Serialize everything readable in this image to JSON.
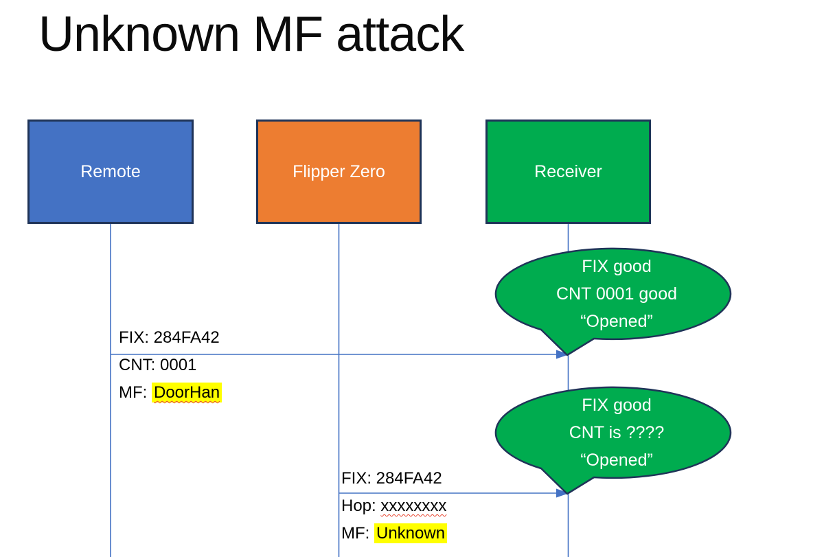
{
  "title": "Unknown MF attack",
  "actors": [
    {
      "label": "Remote",
      "fill": "#4472C4"
    },
    {
      "label": "Flipper Zero",
      "fill": "#ED7D31"
    },
    {
      "label": "Receiver",
      "fill": "#00AC4F"
    }
  ],
  "messages": [
    {
      "from": "Remote",
      "to": "Receiver",
      "fix": "FIX: 284FA42",
      "cnt": "CNT: 0001",
      "mf_label": "MF: ",
      "mf_value": "DoorHan"
    },
    {
      "from": "Flipper Zero",
      "to": "Receiver",
      "fix": "FIX: 284FA42",
      "hop_label": "Hop: ",
      "hop_value": "xxxxxxxx",
      "mf_label": "MF: ",
      "mf_value": "Unknown"
    }
  ],
  "callouts": [
    {
      "lines": [
        "FIX good",
        "CNT 0001 good",
        "“Opened”"
      ]
    },
    {
      "lines": [
        "FIX good",
        "CNT is ????",
        "“Opened”"
      ]
    }
  ],
  "colors": {
    "actor_blue": "#4472C4",
    "actor_orange": "#ED7D31",
    "actor_green": "#00AC4F",
    "shape_border": "#1F3458",
    "line_blue": "#4472C4",
    "highlight_yellow": "#FFFF00",
    "squiggle_red": "#E8442E",
    "bubble_text": "#FFFFFF",
    "label_text": "#000000"
  }
}
